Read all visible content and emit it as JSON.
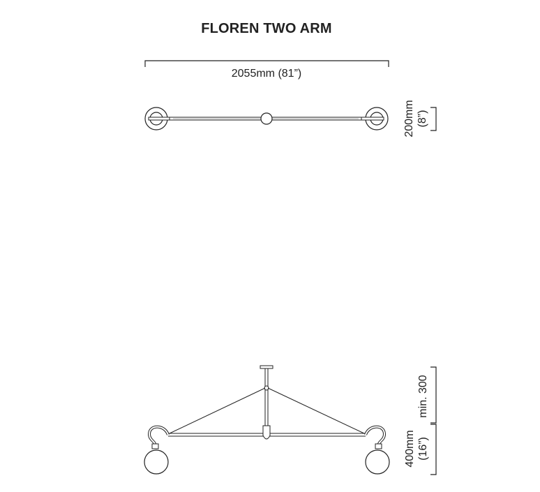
{
  "title": "FLOREN TWO ARM",
  "top_view": {
    "width_label": "2055mm (81”)",
    "depth_label_mm": "200mm",
    "depth_label_in": "(8”)"
  },
  "front_view": {
    "drop_label": "min. 300",
    "height_label_mm": "400mm",
    "height_label_in": "(16”)"
  }
}
